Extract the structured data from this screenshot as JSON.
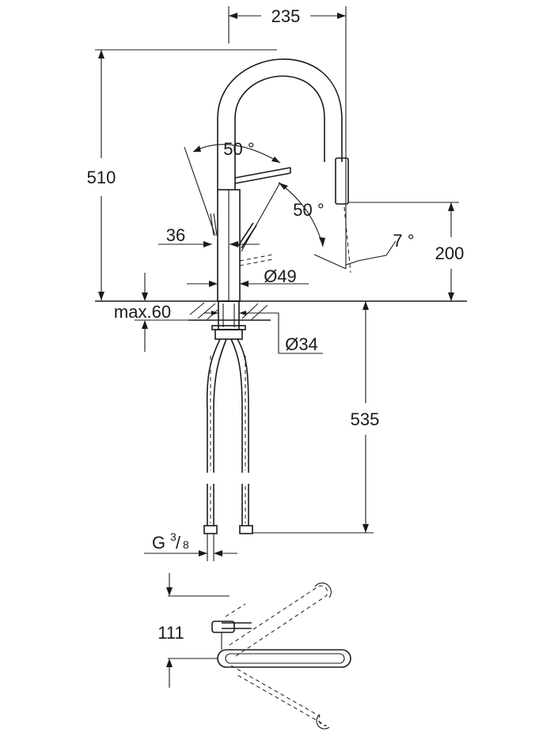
{
  "dimensions": {
    "width_top": "235",
    "total_height": "510",
    "swivel_angle_upper": "50 °",
    "swivel_angle_lower": "50 °",
    "handle_offset": "36",
    "spout_tilt": "7 °",
    "outlet_height": "200",
    "base_diameter": "Ø49",
    "max_deck_thickness": "max.60",
    "shank_diameter": "Ø34",
    "hose_length": "535",
    "thread_prefix": "G",
    "thread_numerator": "3",
    "thread_denominator": "8",
    "plan_offset": "111"
  },
  "colors": {
    "line": "#1a1a1a",
    "background": "#ffffff"
  }
}
